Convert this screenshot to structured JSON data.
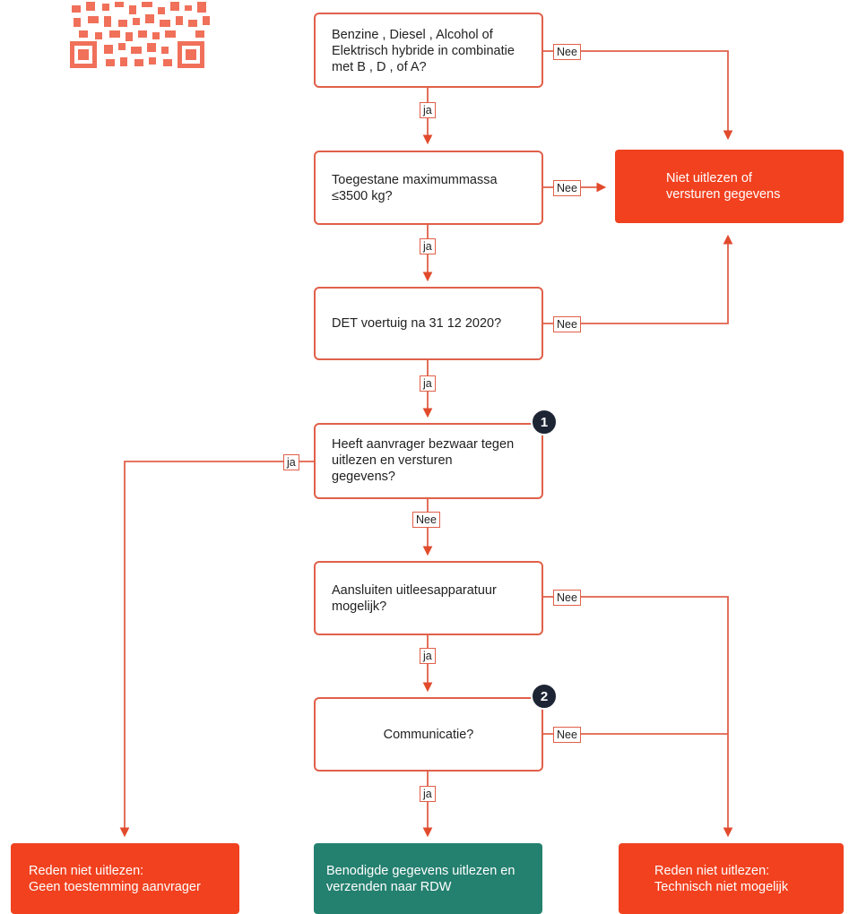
{
  "questions": {
    "q1": "Benzine , Diesel , Alcohol of\nElektrisch hybride in combinatie\nmet B , D , of A?",
    "q2": "Toegestane maximummassa\n≤3500 kg?",
    "q3": "DET voertuig na 31 12 2020?",
    "q4": "Heeft aanvrager bezwaar tegen\nuitlezen en versturen\ngegevens?",
    "q5": "Aansluiten uitleesapparatuur\nmogelijk?",
    "q6": "Communicatie?"
  },
  "outcomes": {
    "not_read": "Niet uitlezen of\nversturen gegevens",
    "no_consent": "Reden niet uitlezen:\nGeen toestemming aanvrager",
    "send_rdw": "Benodigde gegevens uitlezen en\nverzenden naar RDW",
    "technical": "Reden niet uitlezen:\nTechnisch niet mogelijk"
  },
  "labels": {
    "yes": "ja",
    "no": "Nee"
  },
  "badges": {
    "b1": "1",
    "b2": "2"
  },
  "colors": {
    "line": "#e0604a",
    "red_outcome": "#f1411f",
    "green_outcome": "#24806f",
    "badge": "#1d2535"
  }
}
